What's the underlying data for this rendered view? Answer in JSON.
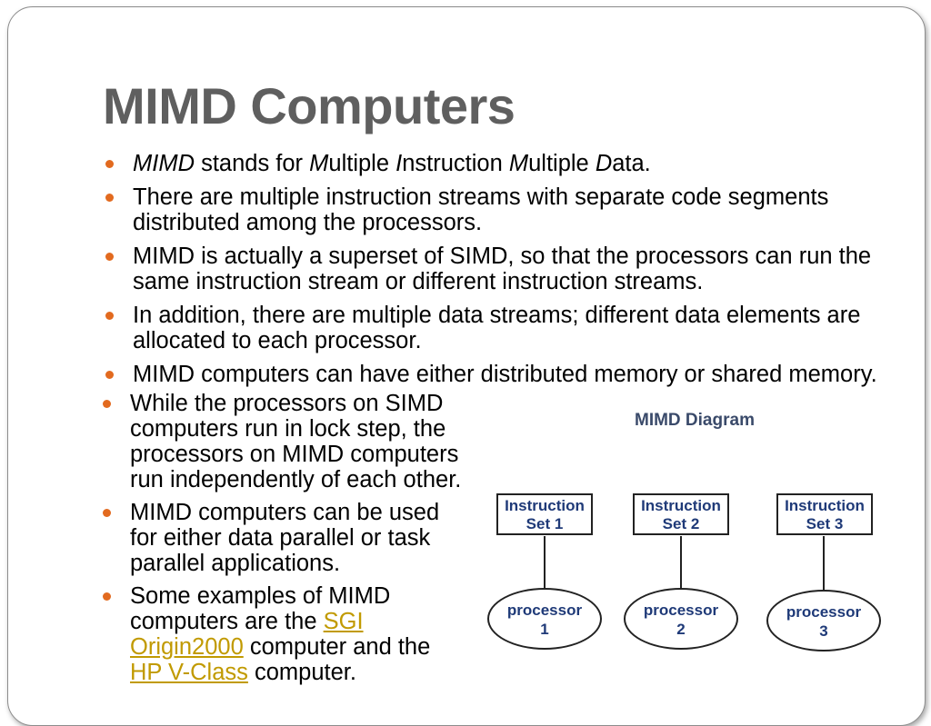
{
  "slide": {
    "title": "MIMD Computers",
    "top_bullets": [
      {
        "parts": [
          {
            "t": "MIMD",
            "i": true
          },
          {
            "t": " stands for "
          },
          {
            "t": "M",
            "i": true
          },
          {
            "t": "ultiple "
          },
          {
            "t": "I",
            "i": true
          },
          {
            "t": "nstruction "
          },
          {
            "t": "M",
            "i": true
          },
          {
            "t": "ultiple "
          },
          {
            "t": "D",
            "i": true
          },
          {
            "t": "ata."
          }
        ]
      },
      {
        "parts": [
          {
            "t": "There are multiple instruction streams with separate code segments distributed among the processors."
          }
        ]
      },
      {
        "parts": [
          {
            "t": "MIMD is actually a superset of SIMD, so that the processors can run the same instruction stream or different instruction streams."
          }
        ]
      },
      {
        "parts": [
          {
            "t": "In addition, there are multiple data streams; different data elements are allocated to each processor."
          }
        ]
      },
      {
        "parts": [
          {
            "t": "MIMD computers can have either distributed memory or shared memory."
          }
        ]
      }
    ],
    "left_bullets": [
      {
        "parts": [
          {
            "t": "While the processors on SIMD computers run in lock step, the processors on MIMD computers run independently of each other."
          }
        ]
      },
      {
        "parts": [
          {
            "t": "MIMD computers can be used for either data parallel or task parallel applications."
          }
        ]
      },
      {
        "parts": [
          {
            "t": "Some examples of MIMD computers are the "
          },
          {
            "t": "SGI Origin2000",
            "link": true
          },
          {
            "t": " computer and the "
          },
          {
            "t": "HP V-Class",
            "link": true
          },
          {
            "t": " computer."
          }
        ]
      }
    ],
    "colors": {
      "bullet": "#e26a1f",
      "link": "#c19a00",
      "title": "#5f5f5f"
    }
  },
  "diagram": {
    "title": "MIMD Diagram",
    "instruction_sets": [
      {
        "line1": "Instruction",
        "line2": "Set 1"
      },
      {
        "line1": "Instruction",
        "line2": "Set 2"
      },
      {
        "line1": "Instruction",
        "line2": "Set 3"
      }
    ],
    "processors": [
      {
        "line1": "processor",
        "line2": "1"
      },
      {
        "line1": "processor",
        "line2": "2"
      },
      {
        "line1": "processor",
        "line2": "3"
      }
    ]
  }
}
